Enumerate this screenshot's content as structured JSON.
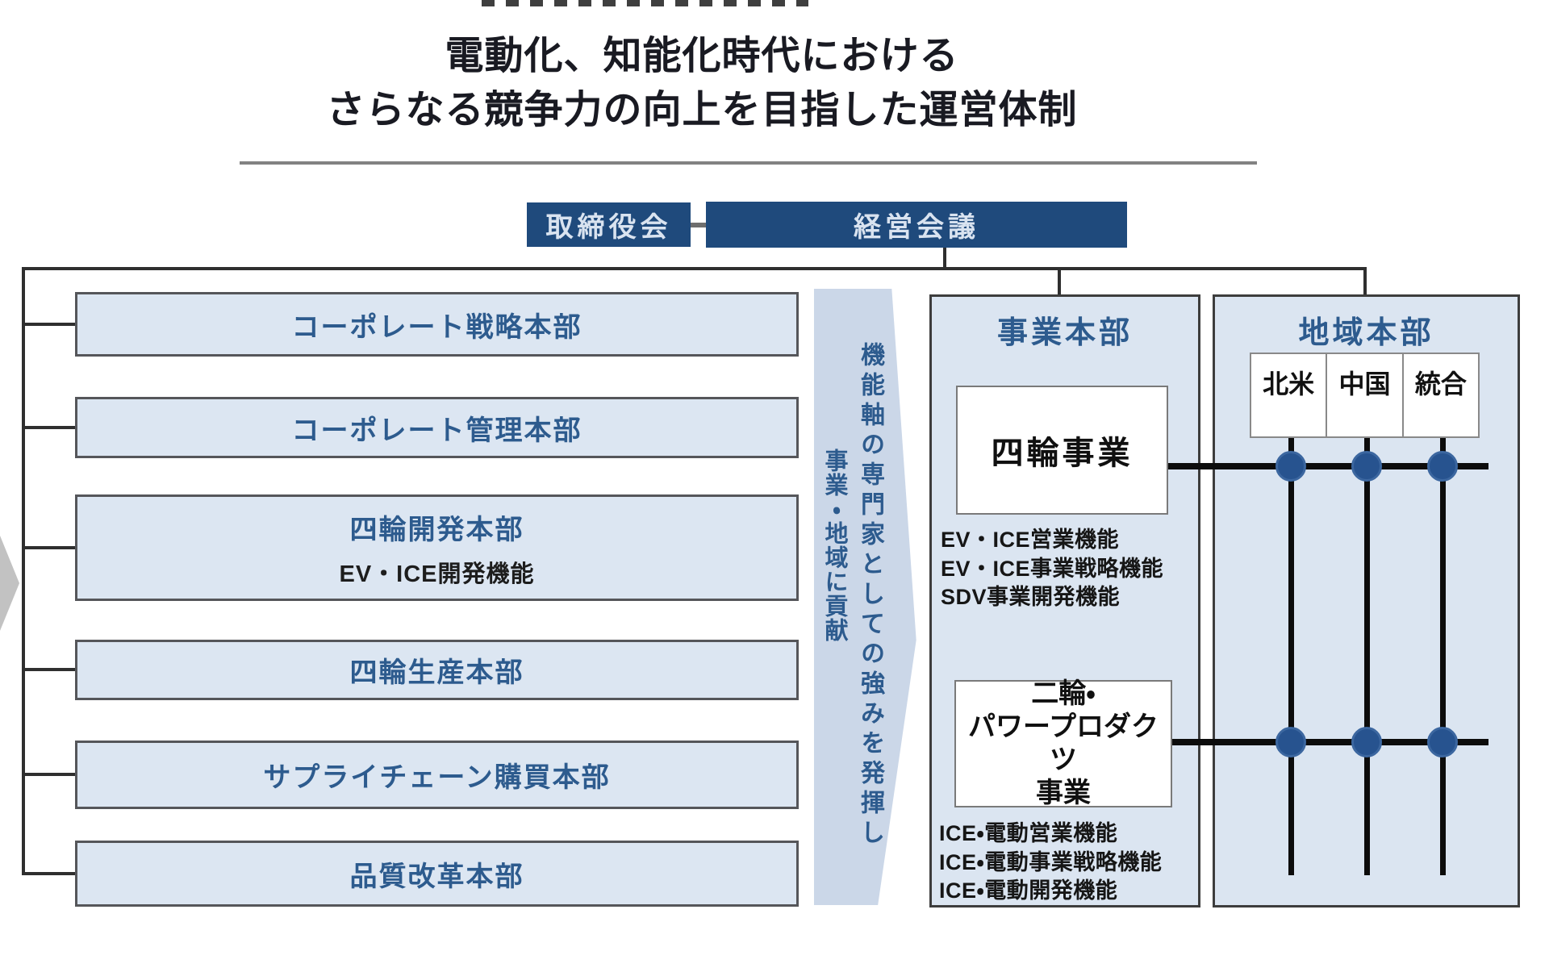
{
  "title": {
    "line1": "電動化、知能化時代における",
    "line2": "さらなる競争力の向上を目指した運営体制"
  },
  "governance": {
    "board_label": "取締役会",
    "management_label": "経営会議"
  },
  "functional_divisions": {
    "items": [
      {
        "label": "コーポレート戦略本部"
      },
      {
        "label": "コーポレート管理本部"
      },
      {
        "label": "四輪開発本部",
        "sublabel": "EV・ICE開発機能"
      },
      {
        "label": "四輪生産本部"
      },
      {
        "label": "サプライチェーン購買本部"
      },
      {
        "label": "品質改革本部"
      }
    ]
  },
  "bridge_arrow": {
    "column1": "機能軸の専門家としての強みを発揮し",
    "column2": "事業・地域に貢献"
  },
  "business_hq": {
    "header": "事業本部",
    "auto_unit": {
      "name": "四輪事業",
      "functions": [
        "EV・ICE営業機能",
        "EV・ICE事業戦略機能",
        "SDV事業開発機能"
      ]
    },
    "moto_unit": {
      "name_lines": [
        "二輪・",
        "パワープロダクツ",
        "事業"
      ],
      "functions": [
        "ICE・電動営業機能",
        "ICE・電動事業戦略機能",
        "ICE・電動開発機能"
      ]
    }
  },
  "regional_hq": {
    "header": "地域本部",
    "regions": [
      "北米",
      "中国",
      "統合"
    ]
  },
  "colors": {
    "navy": "#1f4a7c",
    "panel_blue": "#dbe5f1",
    "heading_blue": "#2d5b8e",
    "arrow_blue": "#cbd7e8",
    "dot_navy": "#27538f",
    "line_black": "#0c0c0c",
    "border_gray": "#55565a"
  }
}
